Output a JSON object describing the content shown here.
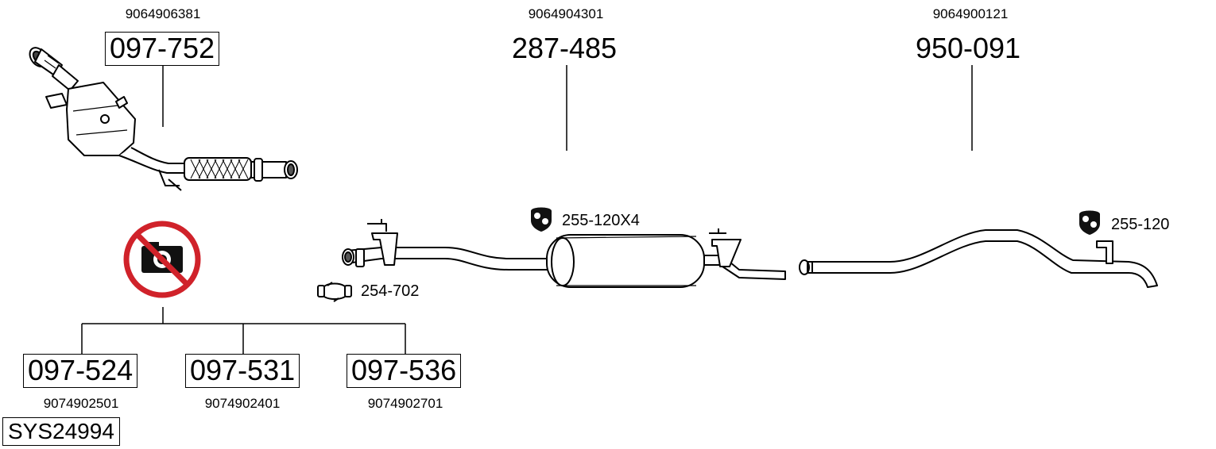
{
  "parts": {
    "downpipe": {
      "oem": "9064906381",
      "number": "097-752"
    },
    "middle_silencer": {
      "oem": "9064904301",
      "number": "287-485"
    },
    "rear_pipe": {
      "oem": "9064900121",
      "number": "950-091"
    },
    "variant_1": {
      "oem": "9074902501",
      "number": "097-524"
    },
    "variant_2": {
      "oem": "9074902401",
      "number": "097-531"
    },
    "variant_3": {
      "oem": "9074902701",
      "number": "097-536"
    }
  },
  "accessories": {
    "clamp": {
      "label": "254-702",
      "icon": "clamp-icon"
    },
    "mount_middle": {
      "label": "255-120X4",
      "icon": "rubber-mount-icon"
    },
    "mount_rear": {
      "label": "255-120",
      "icon": "rubber-mount-icon"
    }
  },
  "system": {
    "code": "SYS24994"
  },
  "notice": {
    "icon": "no-photo-icon",
    "color": "#d0222a"
  }
}
